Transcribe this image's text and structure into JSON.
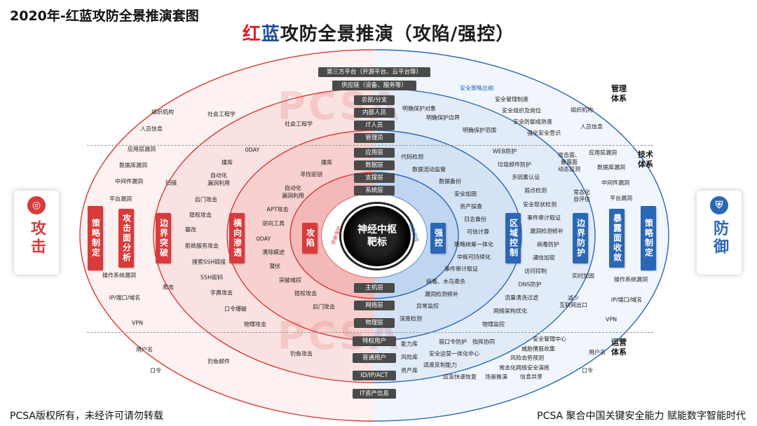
{
  "page_title": "2020年-红蓝攻防全景推演套图",
  "main_title": {
    "red": "红",
    "blue": "蓝",
    "rest": "攻防全景推演（攻陷/强控）"
  },
  "footer_left": "PCSA版权所有，未经许可请勿转载",
  "footer_right": "PCSA 聚合中国关键安全能力  赋能数字智能时代",
  "watermark": "PCSA",
  "side": {
    "attack": "攻击",
    "defense": "防御",
    "attack_icon": "target-icon",
    "defense_icon": "shield-icon"
  },
  "system_labels": {
    "mgmt": "管理\n体系",
    "tech": "技术\n体系",
    "ops": "运营\n体系"
  },
  "core": {
    "line1": "神经中枢",
    "line2": "靶标",
    "arc_left": "突破保护",
    "arc_right": "收集强控"
  },
  "bars": {
    "left": [
      "策略制定",
      "攻击面分析",
      "边界突破",
      "横向渗透",
      "攻陷"
    ],
    "right": [
      "强控",
      "区域控制",
      "边界防护",
      "暴露面收敛",
      "策略制定"
    ]
  },
  "center_labels": {
    "top": [
      "第三方平台（开源平台、云平台等）",
      "供应链（设备、服务等）",
      "总部/分支",
      "内部人员",
      "IT人员",
      "管理员"
    ],
    "mid": [
      "应用层",
      "数据层",
      "支撑层",
      "系统层"
    ],
    "lower": [
      "主机层",
      "网络层",
      "物理层"
    ],
    "bottom": [
      "特权用户",
      "普通用户",
      "ID/IP/ACT",
      "IT资产信息"
    ]
  },
  "labels": {
    "l1": "组织机构",
    "l2": "人员信息",
    "l3": "社会工程学",
    "l4": "社会工程学",
    "l5": "应用层漏洞",
    "l6": "数据库漏洞",
    "l7": "中间件漏洞",
    "l8": "平台漏洞",
    "l9": "扫描",
    "l10": "0DAY",
    "l11": "撞库",
    "l12": "自动化\n漏洞利用",
    "l13": "后门攻击",
    "l14": "提权攻击",
    "l15": "篡改",
    "l16": "拒绝服务攻击",
    "l17": "搜索SSH链接",
    "l18": "SSH密码",
    "l19": "字典攻击",
    "l20": "口令爆破",
    "l21": "操作系统漏洞",
    "l22": "爬虫",
    "l23": "IP/端口/域名",
    "l24": "VPN",
    "l25": "物理攻击",
    "l26": "用户名",
    "l27": "口令",
    "l28": "钓鱼邮件",
    "l29": "寻找密钥",
    "l30": "撞库",
    "l31": "自动化\n漏洞利用",
    "l32": "APT攻击",
    "l33": "逆向工具",
    "l34": "0DAY",
    "l35": "清除痕迹",
    "l36": "潜伏",
    "l37": "突破域控",
    "l38": "提权攻击",
    "l39": "后门攻击",
    "l40": "钓鱼攻击",
    "r1": "安全策略总纲",
    "r2": "安全管理制度",
    "r3": "安全组织及岗位",
    "r4": "安全防御成熟度",
    "r5": "强化安全意识",
    "r6": "组织机构",
    "r7": "人员信息",
    "r8": "明确保护对象",
    "r9": "明确保护边界",
    "r10": "明确保护范围",
    "r11": "代码检测",
    "r12": "数据流动监管",
    "r13": "数据备份",
    "r14": "安全加固",
    "r15": "资产探查",
    "r16": "日志备份",
    "r17": "可信计算",
    "r18": "策略统筹一体化",
    "r19": "中枢可持续化",
    "r20": "事件审计取证",
    "r21": "病毒、木马查杀",
    "r22": "漏洞检测修补",
    "r23": "异常监控",
    "r24": "深度检测",
    "r25": "WEB防护",
    "r26": "垃圾邮件防护",
    "r27": "多因素认证",
    "r28": "弱点检测",
    "r29": "安全现状检测",
    "r30": "事件审计取证",
    "r31": "漏洞检测修补",
    "r32": "病毒防护",
    "r33": "通信加密",
    "r34": "访问控制",
    "r35": "DNS防护",
    "r36": "流量清洗过滤",
    "r37": "网络架构优化",
    "r38": "物理监控",
    "r39": "攻击面、\n暴露面\n动态监测",
    "r40": "常态化\n自评估",
    "r41": "实时加固",
    "r42": "减少\n互联网出口",
    "r43": "应用层漏洞",
    "r44": "数据库漏洞",
    "r45": "中间件漏洞",
    "r46": "平台漏洞",
    "r47": "操作系统漏洞",
    "r48": "IP/端口/域名",
    "r49": "VPN",
    "r50": "用户名",
    "r51": "口令",
    "r52": "能力库",
    "r53": "风险库",
    "r54": "资产库",
    "r55": "弱口令防护",
    "r56": "指挥协同",
    "r57": "安全运营一体化中心",
    "r58": "适度反制能力",
    "r59": "应急快速恢复",
    "r60": "场景推演",
    "r61": "安全管理中心",
    "r62": "威胁情报收集",
    "r63": "风险态势预测",
    "r64": "常态化网络安全演练",
    "r65": "信息共享"
  },
  "colors": {
    "red": "#d93a3a",
    "blue": "#2a67b5",
    "dark": "#4a4a4a"
  }
}
